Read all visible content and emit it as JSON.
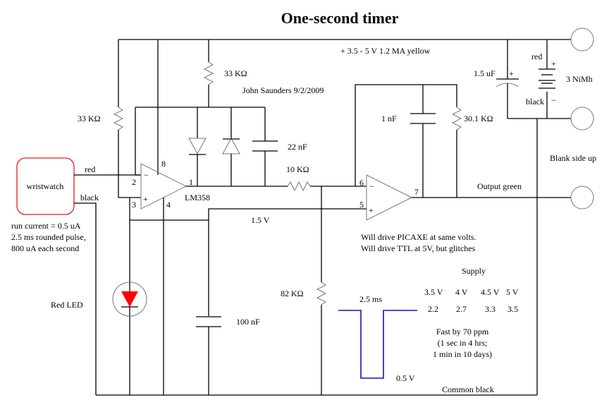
{
  "title": "One-second timer",
  "author": "John Saunders 9/2/2009",
  "supply_label": "+ 3.5 - 5 V 1.2 MA yellow",
  "components": {
    "r_top": "33 KΩ",
    "r_left": "33 KΩ",
    "c_22n": "22 nF",
    "r_10k": "10 KΩ",
    "c_1n": "1 nF",
    "r_30k": "30.1 KΩ",
    "c_15u": "1.5 uF",
    "battery": "3 NiMh",
    "r_82k": "82 KΩ",
    "c_100n": "100 nF",
    "opamp": "LM358",
    "led": "Red LED",
    "watch": "wristwatch"
  },
  "wires": {
    "red": "red",
    "black": "black",
    "bat_red": "red",
    "bat_black": "black",
    "plus": "+",
    "minus": "−"
  },
  "pins": {
    "p1": "1",
    "p2": "2",
    "p3": "3",
    "p4": "4",
    "p5": "5",
    "p6": "6",
    "p7": "7",
    "p8": "8"
  },
  "notes": {
    "blank_side": "Blank side up",
    "output": "Output green",
    "v15": "1.5 V",
    "drive1": "Will drive PICAXE at same volts.",
    "drive2": "Will drive TTL at 5V, but glitches",
    "watch1": "run current = 0.5 uA",
    "watch2": "2.5 ms rounded pulse,",
    "watch3": "800 uA each second",
    "pulse_width": "2.5 ms",
    "pulse_low": "0.5 V",
    "fast1": "Fast by 70 ppm",
    "fast2": "(1 sec in 4 hrs;",
    "fast3": "1 min in 10 days)",
    "common": "Common black"
  },
  "supply_table": {
    "header": "Supply",
    "voltages": [
      "3.5 V",
      "4 V",
      "4.5 V",
      "5 V"
    ],
    "values": [
      "2.2",
      "2.7",
      "3.3",
      "3.5"
    ]
  },
  "colors": {
    "led": "#ff0000",
    "watch_border": "#e02020",
    "pulse": "#1010c8"
  }
}
